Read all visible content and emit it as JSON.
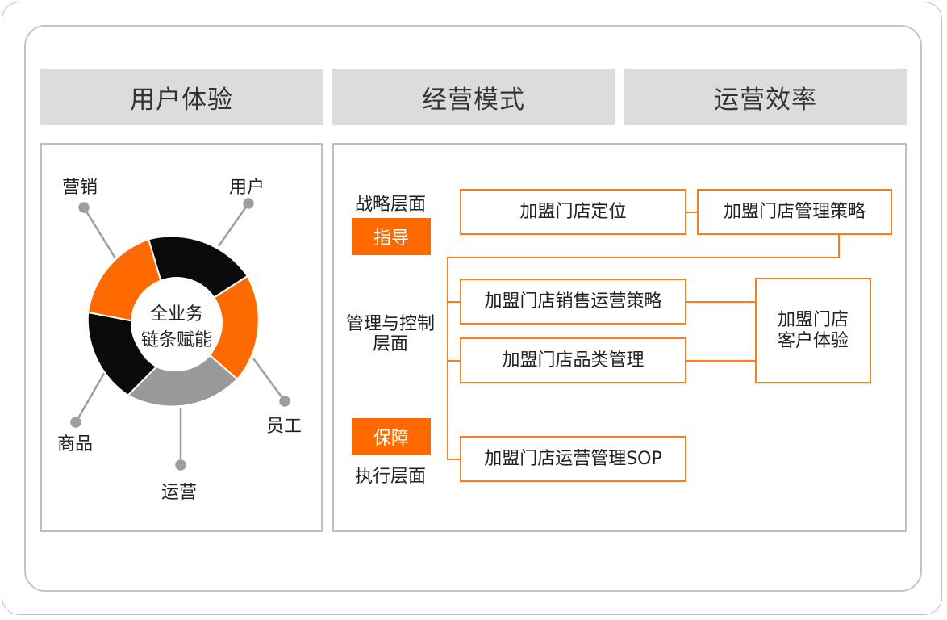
{
  "headers": [
    "用户体验",
    "经营模式",
    "运营效率"
  ],
  "donut": {
    "center_line1": "全业务",
    "center_line2": "链条赋能",
    "labels": {
      "marketing": "营销",
      "users": "用户",
      "staff": "员工",
      "operations": "运营",
      "products": "商品"
    },
    "colors": {
      "orange": "#ff6a00",
      "black": "#0a0a0a",
      "gray": "#999999",
      "connector": "#9e9e9e"
    }
  },
  "levels": {
    "strategy": "战略层面",
    "strategy_tag": "指导",
    "management_line1": "管理与控制",
    "management_line2": "层面",
    "execution_tag": "保障",
    "execution": "执行层面"
  },
  "boxes": {
    "positioning": "加盟门店定位",
    "mgmt_strategy": "加盟门店管理策略",
    "sales_ops": "加盟门店销售运营策略",
    "category": "加盟门店品类管理",
    "cx_line1": "加盟门店",
    "cx_line2": "客户体验",
    "sop": "加盟门店运营管理SOP"
  },
  "accent_color": "#ff6a00"
}
